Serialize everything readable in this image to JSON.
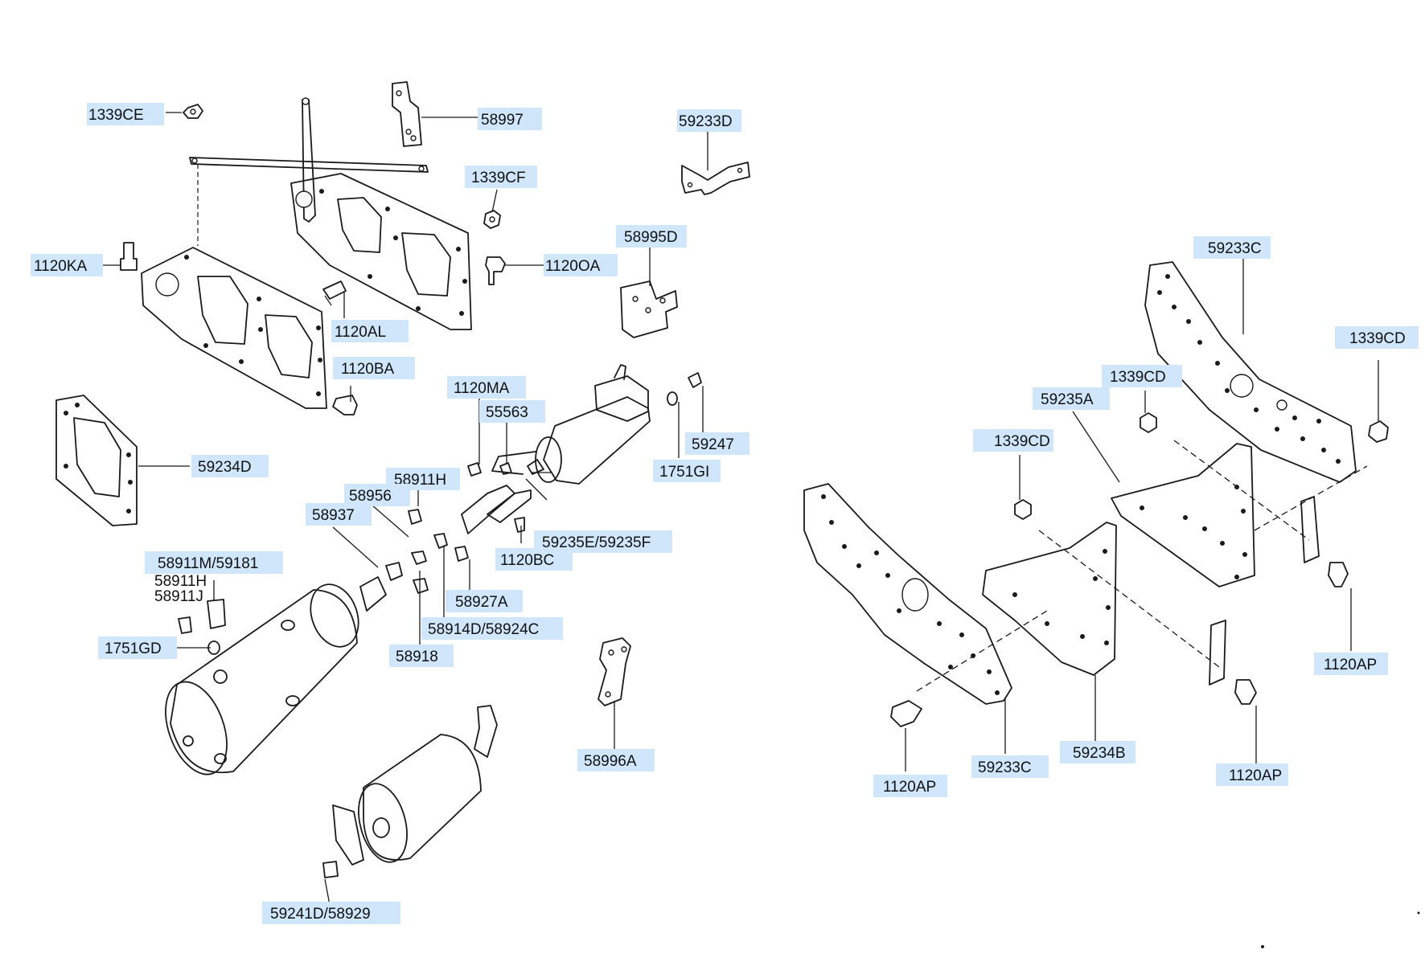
{
  "labels": {
    "l01": "1339CE",
    "l02": "58997",
    "l03": "59233D",
    "l04": "1339CF",
    "l05": "58995D",
    "l06": "1120KA",
    "l07": "1120OA",
    "l08": "1120AL",
    "l09": "1120BA",
    "l10": "1120MA",
    "l11": "55563",
    "l12": "59247",
    "l13": "1751GI",
    "l14": "59234D",
    "l15": "58911H",
    "l16": "58956",
    "l17": "58937",
    "l18": "59235E/59235F",
    "l19": "1120BC",
    "l20": "58911M/59181",
    "l21": "58911H",
    "l22": "58911J",
    "l23": "58927A",
    "l24": "1751GD",
    "l25": "58914D/58924C",
    "l26": "58918",
    "l27": "58996A",
    "l28": "59241D/58929",
    "l29": "59233C",
    "l30": "1339CD",
    "l31": "1339CD",
    "l32": "59235A",
    "l33": "1339CD",
    "l34": "1120AP",
    "l35": "1120AP",
    "l36": "59233C",
    "l37": "59234B",
    "l38": "1120AP"
  },
  "colors": {
    "label_background": "#cfe6fb",
    "ink": "#1a1a1a",
    "paper": "#ffffff"
  }
}
